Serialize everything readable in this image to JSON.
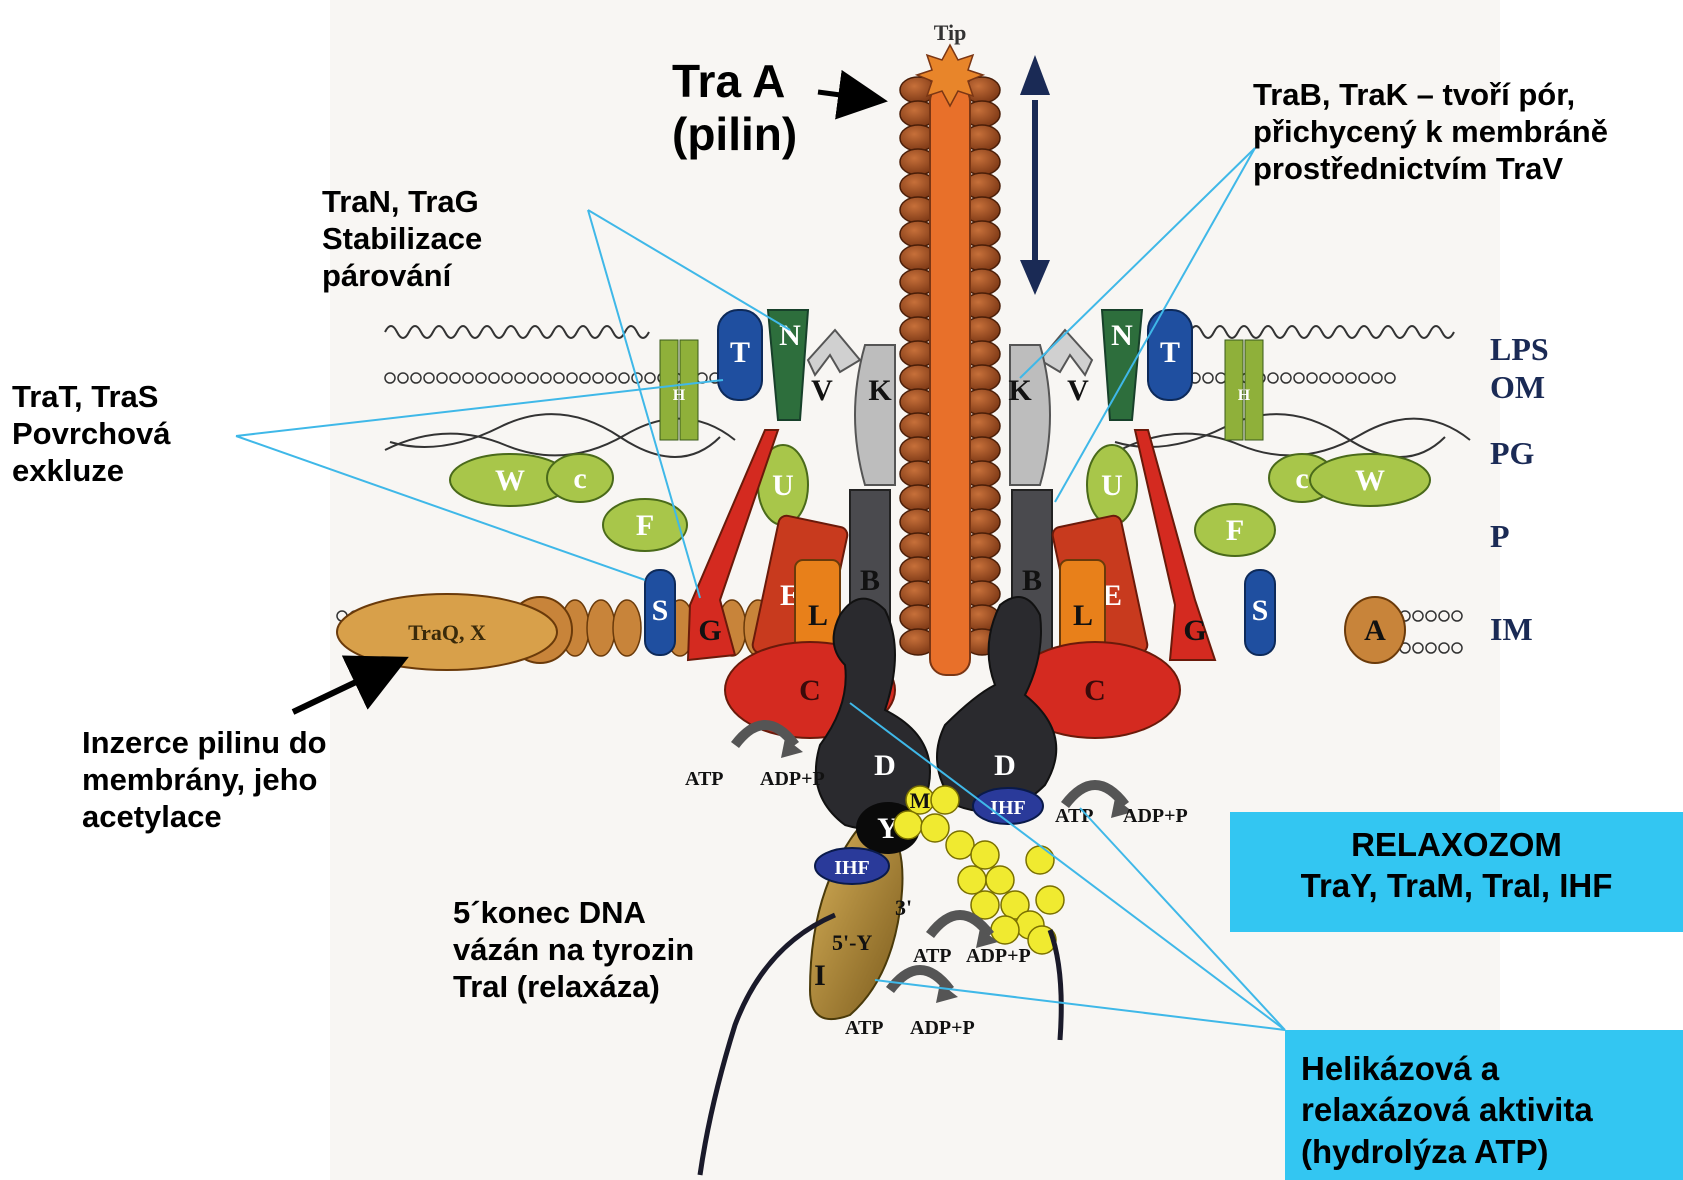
{
  "labels": {
    "tip": "Tip",
    "tra_a": [
      "Tra A",
      "(pilin)"
    ],
    "trab": [
      "TraB, TraK – tvoří pór,",
      "přichycený k membráně",
      "prostřednictvím TraV"
    ],
    "tran": [
      "TraN, TraG",
      "Stabilizace",
      "párování"
    ],
    "trat": [
      "TraT, TraS",
      "Povrchová",
      "exkluze"
    ],
    "inzerce": [
      "Inzerce pilinu do",
      "membrány, jeho",
      "acetylace"
    ],
    "konec": [
      "5´konec DNA",
      "vázán na tyrozin",
      "TraI (relaxáza)"
    ],
    "relaxozom": [
      "RELAXOZOM",
      "TraY, TraM, TraI, IHF"
    ],
    "helikaza": [
      "Helikázová a",
      "relaxázová aktivita",
      "(hydrolýza ATP)"
    ]
  },
  "layers": [
    "LPS",
    "OM",
    "PG",
    "P",
    "IM"
  ],
  "proteins": {
    "N": "N",
    "T": "T",
    "H": "H",
    "V": "V",
    "K": "K",
    "U": "U",
    "W": "W",
    "c": "c",
    "F": "F",
    "B": "B",
    "E": "E",
    "L": "L",
    "S": "S",
    "G": "G",
    "A": "A",
    "C": "C",
    "D": "D",
    "M": "M",
    "Y": "Y",
    "I": "I",
    "IHF": "IHF",
    "traqx": "TraQ, X"
  },
  "dna_ends": [
    "3'",
    "5'-Y"
  ],
  "atp": "ATP",
  "adp": "ADP+P",
  "colors": {
    "box": "#33c6f2",
    "pointer": "#3fb8e8",
    "pilin": "#9a4a20",
    "core": "#e8702a",
    "green_dark": "#2d6e3c",
    "olive": "#a8c64a",
    "blue": "#1f4fa0",
    "red": "#d42a20",
    "grey": "#bdbdbd",
    "dark": "#2a2a2e",
    "yellow": "#f0ea30",
    "tan": "#c8a043"
  }
}
